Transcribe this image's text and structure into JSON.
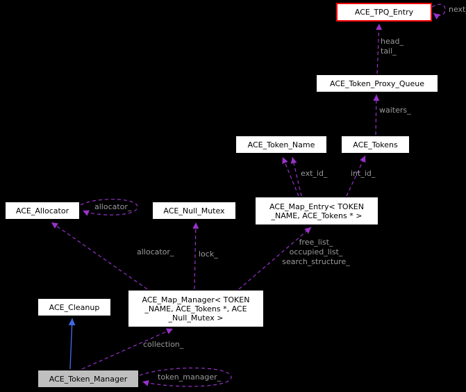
{
  "diagram": {
    "type": "collaboration-graph",
    "colors": {
      "background": "#000000",
      "usage_edge": "#9932CC",
      "inheritance_edge": "#4169E1",
      "node_background": "#FFFFFF",
      "node_border": "#000000",
      "highlighted_node_border": "#FF0000",
      "focus_node_background": "#BFBFBF",
      "edge_label_text": "#9B9B9B"
    }
  },
  "nodes": {
    "tpq_entry": {
      "label": "ACE_TPQ_Entry"
    },
    "token_proxy_queue": {
      "label": "ACE_Token_Proxy_Queue"
    },
    "token_name": {
      "label": "ACE_Token_Name"
    },
    "tokens": {
      "label": "ACE_Tokens"
    },
    "allocator": {
      "label": "ACE_Allocator"
    },
    "null_mutex": {
      "label": "ACE_Null_Mutex"
    },
    "map_entry": {
      "label": "ACE_Map_Entry< TOKEN\n_NAME, ACE_Tokens * >"
    },
    "map_manager": {
      "label": "ACE_Map_Manager< TOKEN\n_NAME, ACE_Tokens *, ACE\n_Null_Mutex >"
    },
    "cleanup": {
      "label": "ACE_Cleanup"
    },
    "token_manager": {
      "label": "ACE_Token_Manager"
    }
  },
  "edge_labels": {
    "next": "next_",
    "head_tail": "head_\ntail_",
    "waiters": "waiters_",
    "ext_id": "ext_id_",
    "int_id": "int_id_",
    "allocator_self": "allocator_",
    "allocator": "allocator_",
    "lock": "lock_",
    "map_lists": "free_list_\noccupied_list_\nsearch_structure_",
    "collection": "collection_",
    "token_manager_self": "token_manager_"
  }
}
